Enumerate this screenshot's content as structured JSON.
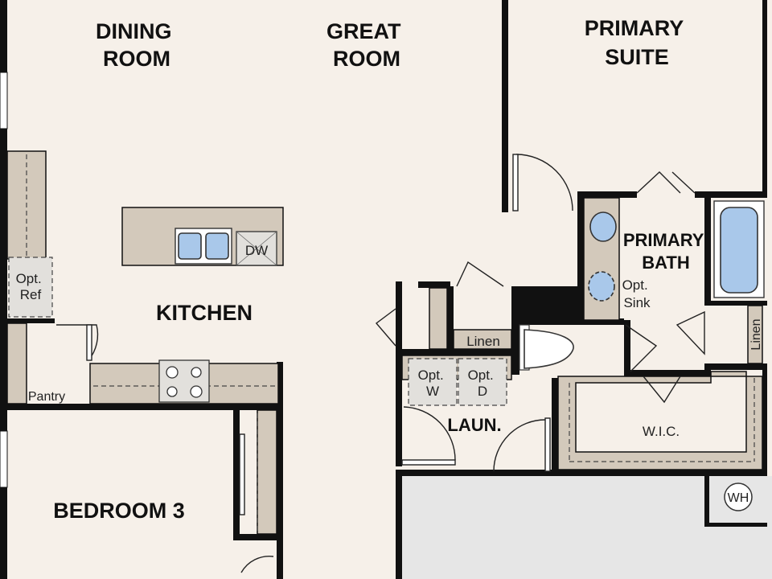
{
  "rooms": {
    "dining": [
      "DINING",
      "ROOM"
    ],
    "great": [
      "GREAT",
      "ROOM"
    ],
    "primary_suite": [
      "PRIMARY",
      "SUITE"
    ],
    "kitchen": "KITCHEN",
    "primary_bath": [
      "PRIMARY",
      "BATH"
    ],
    "bedroom3": "BEDROOM 3",
    "laundry": "LAUN.",
    "wic": "W.I.C.",
    "pantry": "Pantry"
  },
  "fixtures": {
    "dishwasher": "DW",
    "opt_ref": [
      "Opt.",
      "Ref"
    ],
    "opt_sink": [
      "Opt.",
      "Sink"
    ],
    "linen_hall": "Linen",
    "linen_bath": "Linen",
    "opt_washer": [
      "Opt.",
      "W"
    ],
    "opt_dryer": [
      "Opt.",
      "D"
    ],
    "water_heater": "WH"
  },
  "colors": {
    "floor": "#f6f0e9",
    "wall": "#111111",
    "counter": "#d3c9bb",
    "fixture_blue": "#a9c8ea",
    "garage": "#e6e6e6"
  }
}
